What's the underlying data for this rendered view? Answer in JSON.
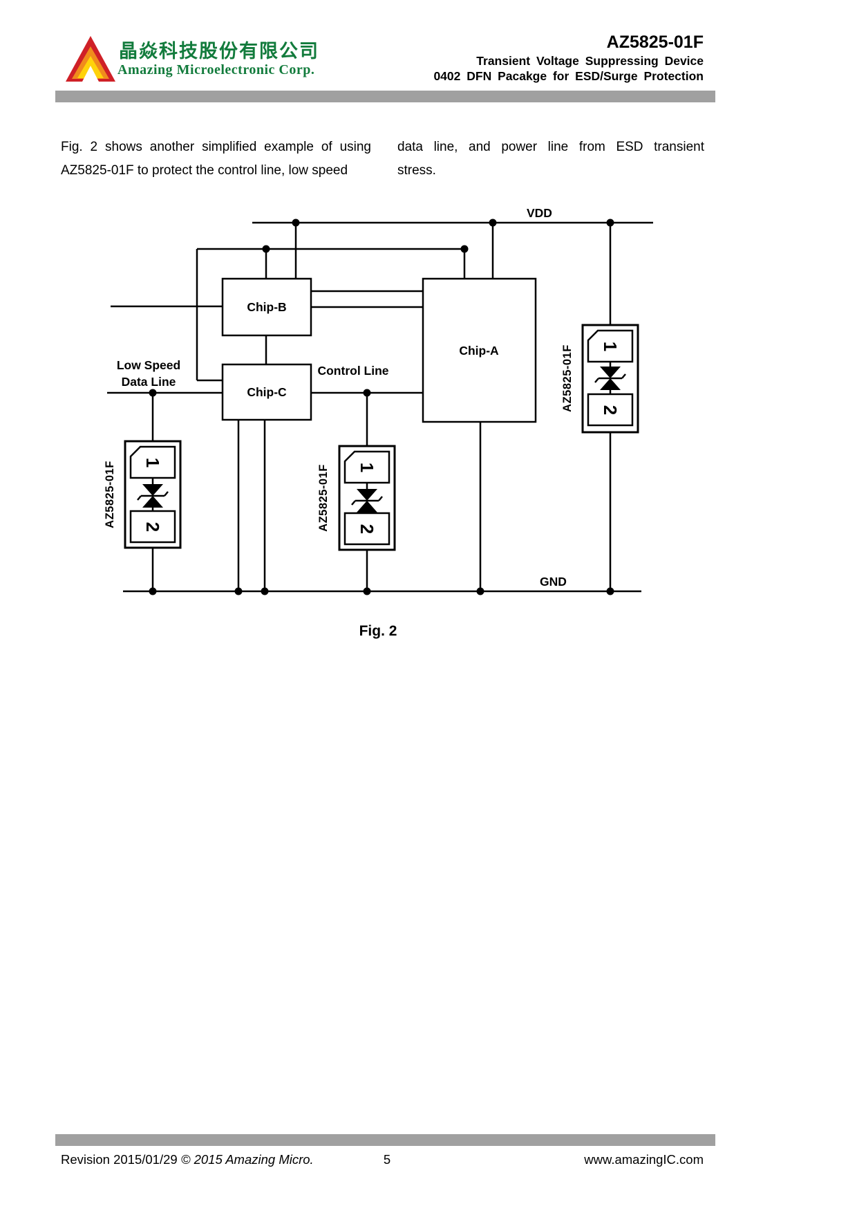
{
  "header": {
    "company_name_cn": "晶焱科技股份有限公司",
    "company_name_en": "Amazing Microelectronic Corp.",
    "part_number": "AZ5825-01F",
    "subtitle_line1": "Transient Voltage Suppressing Device",
    "subtitle_line2": "0402 DFN Pacakge for ESD/Surge Protection"
  },
  "body": {
    "col1_line1": "Fig. 2 shows another simplified example of using",
    "col1_line2": "AZ5825-01F to protect the control line, low speed",
    "col2_line1": "data line, and power line from ESD transient",
    "col2_line2": "stress."
  },
  "diagram": {
    "vdd_label": "VDD",
    "gnd_label": "GND",
    "chip_a_label": "Chip-A",
    "chip_b_label": "Chip-B",
    "chip_c_label": "Chip-C",
    "control_line_label": "Control Line",
    "low_speed_label_line1": "Low Speed",
    "low_speed_label_line2": "Data Line",
    "tvs_part_label": "AZ5825-01F",
    "pin1_label": "1",
    "pin2_label": "2",
    "caption": "Fig. 2"
  },
  "footer": {
    "revision_text": "Revision 2015/01/29 ",
    "copyright_text": "© 2015 Amazing Micro.",
    "page_number": "5",
    "website": "www.amazingIC.com"
  },
  "colors": {
    "brand_green": "#127b3c",
    "logo_red": "#cf2027",
    "logo_orange": "#f08b1d",
    "logo_yellow": "#ffd20a",
    "divider_gray": "#a0a0a0",
    "text_black": "#000000"
  }
}
